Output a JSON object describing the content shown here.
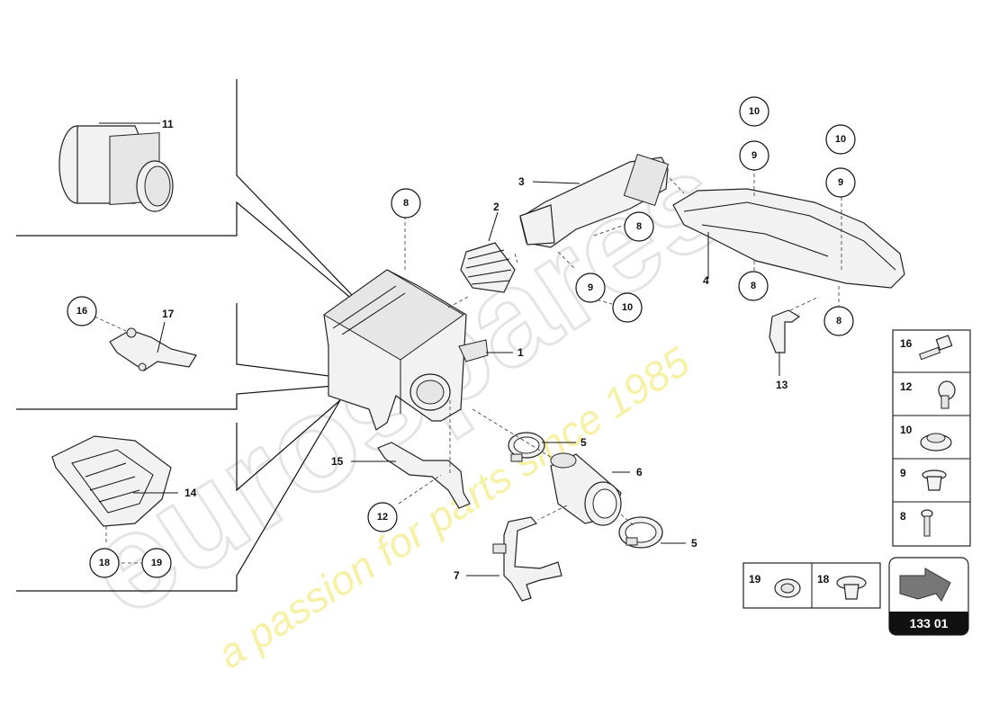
{
  "diagram": {
    "watermark_text": "eurospares",
    "watermark_tagline": "a passion for parts since 1985",
    "page_code": "133 01",
    "part_numbers": {
      "p1": "1",
      "p2": "2",
      "p3": "3",
      "p4": "4",
      "p5a": "5",
      "p5b": "5",
      "p6": "6",
      "p7": "7",
      "p11": "11",
      "p13": "13",
      "p14": "14",
      "p15": "15",
      "p16": "16",
      "p17": "17"
    },
    "circled": {
      "c8_top": "8",
      "c8_mid": "8",
      "c8_right": "8",
      "c8_rb": "8",
      "c9_mid": "9",
      "c9_a": "9",
      "c9_b": "9",
      "c10_mid": "10",
      "c10_a": "10",
      "c10_b": "10",
      "c12": "12",
      "c16": "16",
      "c18": "18",
      "c19": "19"
    },
    "hardware_table": {
      "rows": [
        {
          "num": "16",
          "icon": "bolt-flange-icon"
        },
        {
          "num": "12",
          "icon": "bolt-washer-icon"
        },
        {
          "num": "10",
          "icon": "bushing-icon"
        },
        {
          "num": "9",
          "icon": "spacer-sleeve-icon"
        },
        {
          "num": "8",
          "icon": "screw-icon"
        }
      ]
    },
    "small_table": {
      "cells": [
        {
          "num": "19",
          "icon": "grommet-icon"
        },
        {
          "num": "18",
          "icon": "flanged-grommet-icon"
        }
      ]
    }
  }
}
